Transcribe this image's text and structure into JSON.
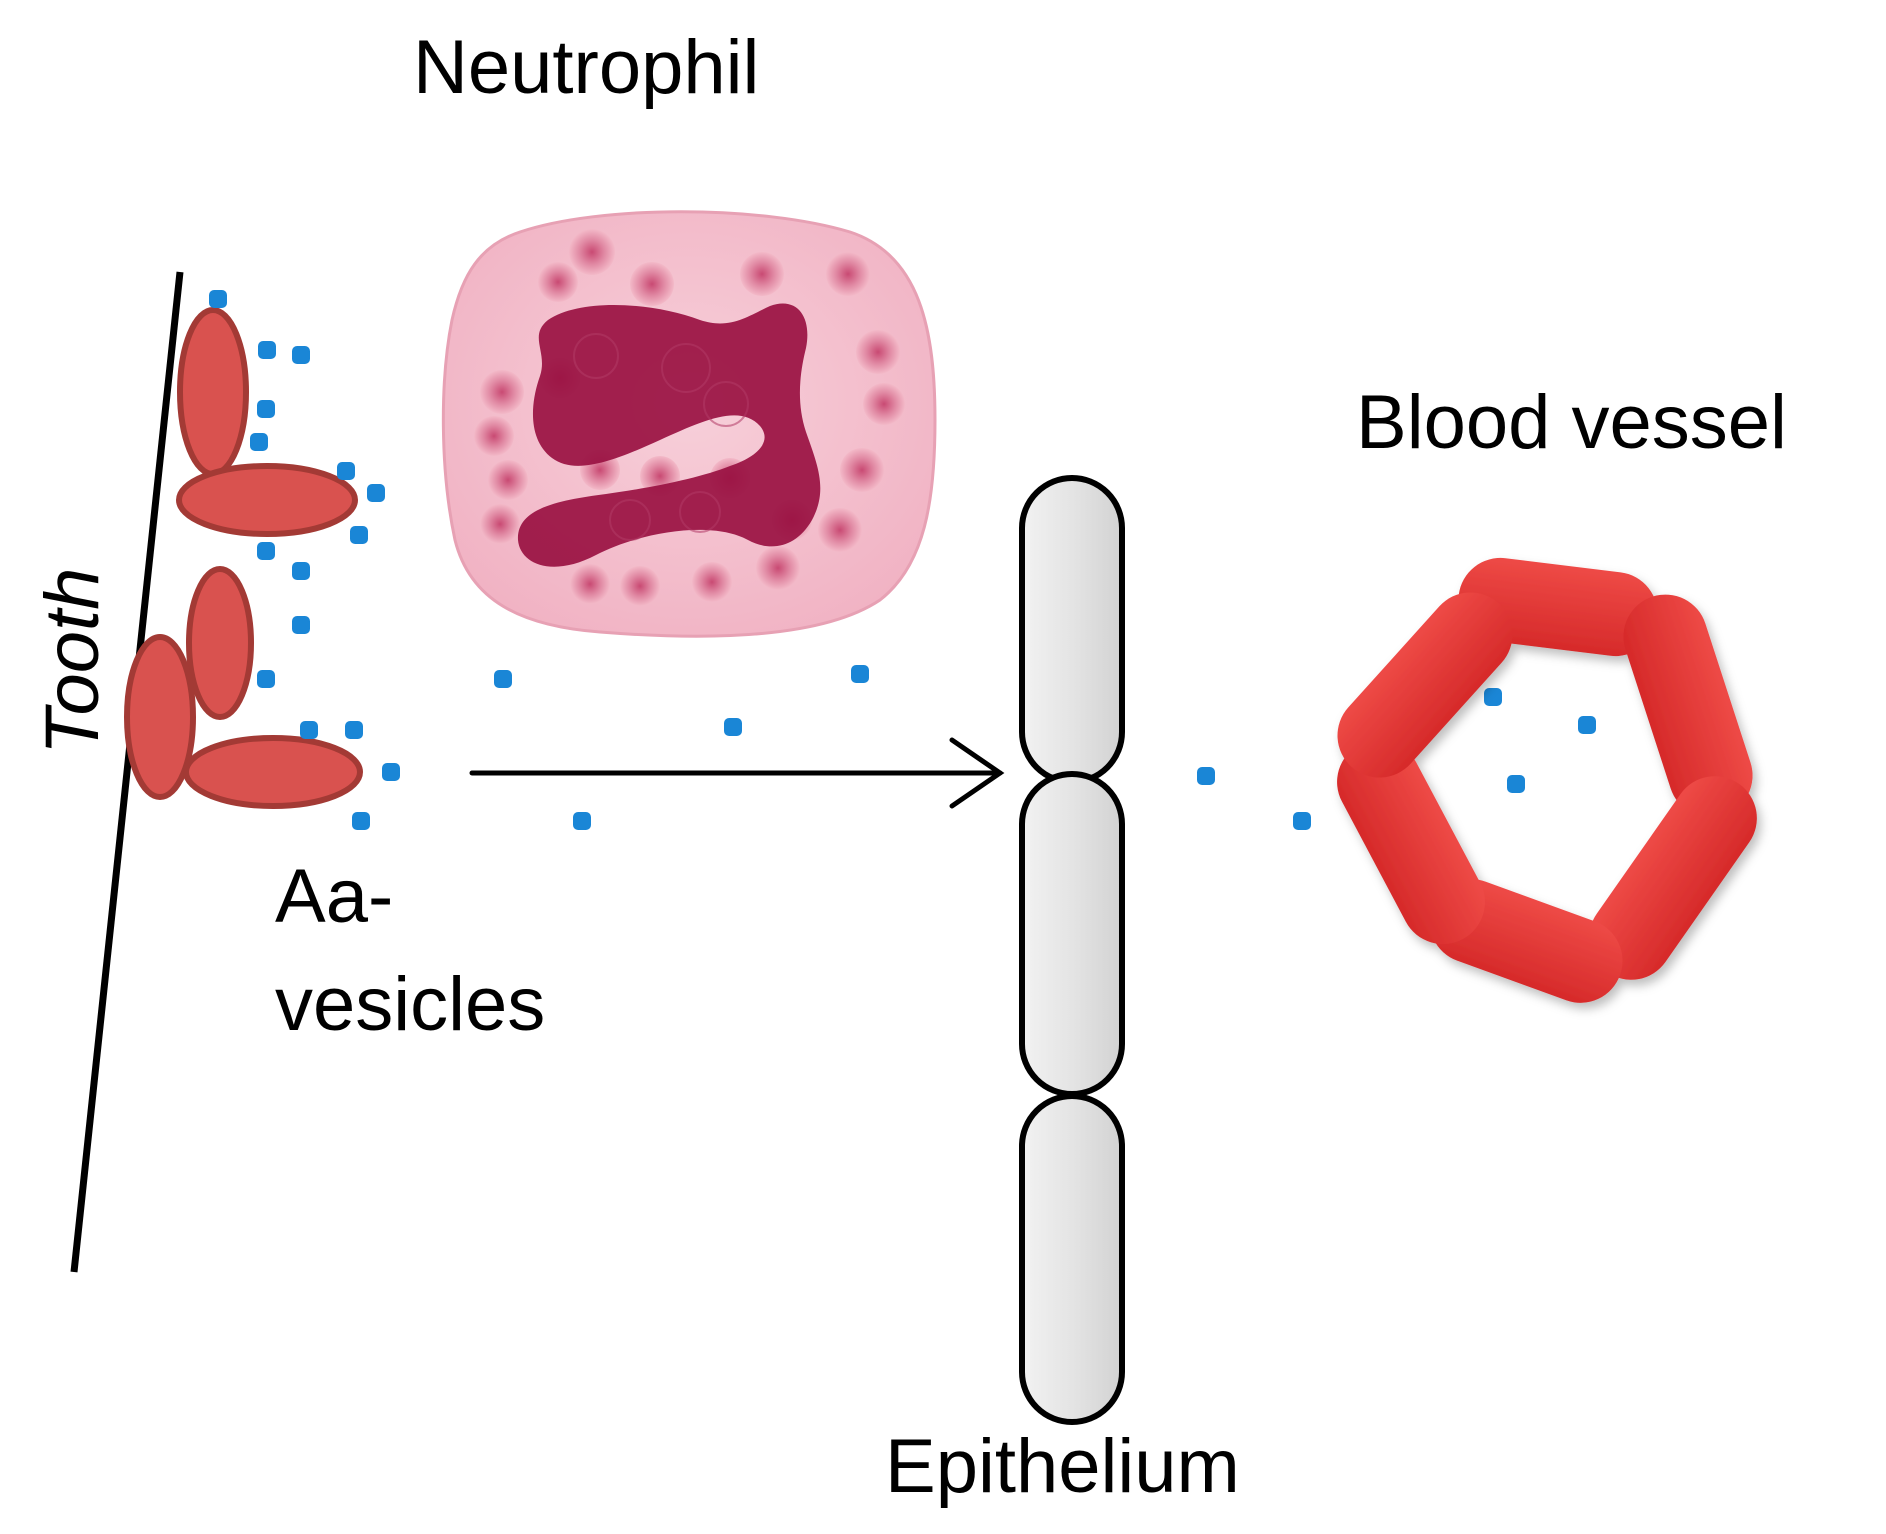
{
  "labels": {
    "neutrophil": "Neutrophil",
    "tooth": "Tooth",
    "vesicles_line1": "Aa-",
    "vesicles_line2": "vesicles",
    "epithelium": "Epithelium",
    "blood_vessel": "Blood vessel"
  },
  "colors": {
    "bacteria_fill": "#d9524f",
    "bacteria_stroke": "#a33a35",
    "vesicle_dot": "#1a86d6",
    "neutrophil_cytoplasm": "#f6c6d2",
    "neutrophil_nucleus": "#9a1243",
    "granule": "#e27f9c",
    "epithelial_cell": "#e6e6e6",
    "vessel_cell": "#e23b3b",
    "line": "#000000"
  },
  "icons": {
    "neutrophil": "neutrophil-icon",
    "bacteria": "bacteria-icon",
    "blood_vessel": "blood-vessel-icon",
    "epithelium": "epithelial-cell-icon"
  }
}
